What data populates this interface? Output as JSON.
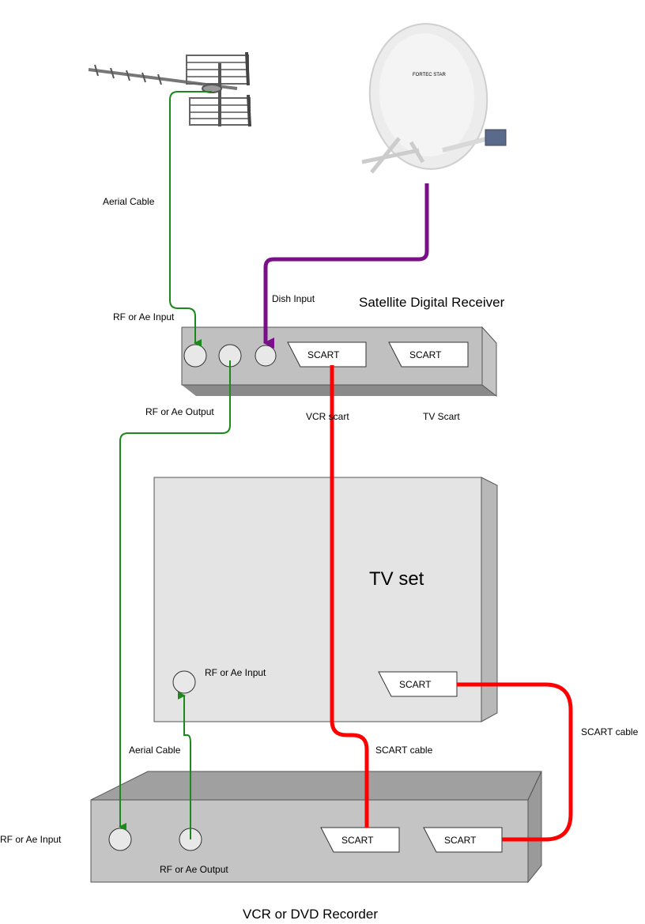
{
  "labels": {
    "aerial_cable_top": "Aerial Cable",
    "dish_input": "Dish  Input",
    "satellite_receiver": "Satellite Digital Receiver",
    "rf_ae_input_top": "RF or Ae Input",
    "rf_ae_output_top": "RF or Ae Output",
    "vcr_scart": "VCR  scart",
    "tv_scart": "TV Scart",
    "tv_set": "TV set",
    "rf_ae_input_tv": "RF or Ae Input",
    "aerial_cable_bottom": "Aerial Cable",
    "scart_cable_left": "SCART cable",
    "scart_cable_right": "SCART cable",
    "rf_ae_input_vcr": "RF or Ae Input",
    "rf_ae_output_vcr": "RF or Ae Output",
    "vcr_dvd": "VCR or DVD Recorder",
    "dish_brand": "FORTEC STAR"
  },
  "scart_labels": {
    "receiver_vcr": "SCART",
    "receiver_tv": "SCART",
    "tv": "SCART",
    "vcr_left": "SCART",
    "vcr_right": "SCART"
  },
  "colors": {
    "aerial_cable": "#1a8a1a",
    "dish_cable": "#7b0f8a",
    "scart_cable": "#ff0000",
    "box_front": "#c0c0c0",
    "box_top": "#a6a6a6",
    "tv_front": "#e4e4e4",
    "tv_side": "#b8b8b8"
  }
}
